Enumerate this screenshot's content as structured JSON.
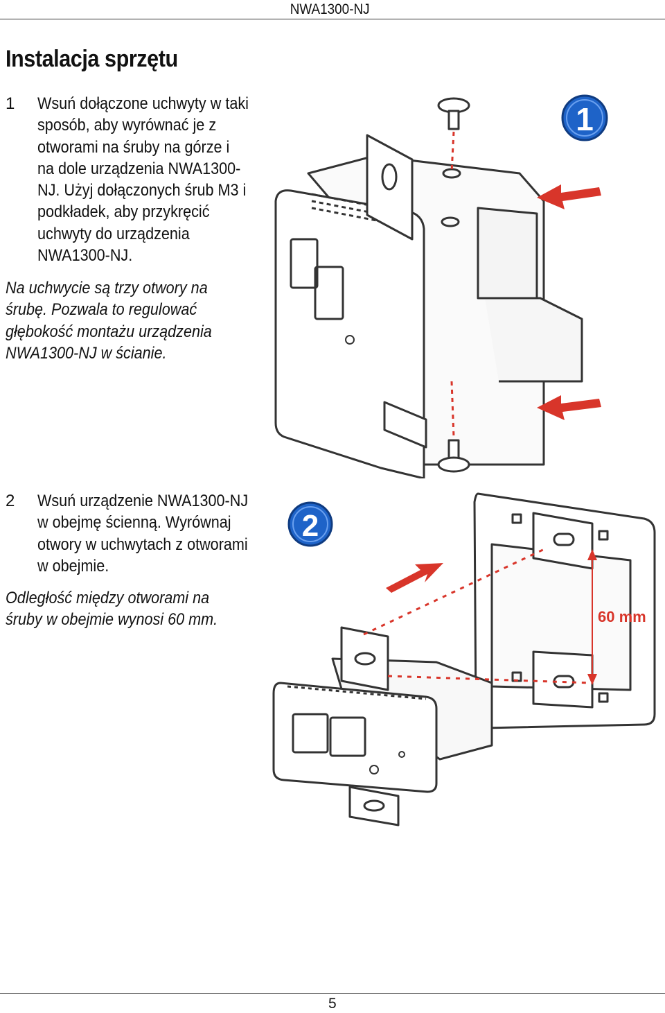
{
  "header": {
    "doc_title": "NWA1300-NJ"
  },
  "section": {
    "title": "Instalacja sprzętu"
  },
  "steps": [
    {
      "number": "1",
      "lines": [
        "Wsuń dołączone uchwyty w taki",
        "sposób, aby wyrównać je z",
        "otworami na śruby na górze i",
        "na dole urządzenia NWA1300-",
        "NJ. Użyj dołączonych śrub M3 i",
        "podkładek, aby przykręcić",
        "uchwyty do urządzenia",
        "NWA1300-NJ."
      ],
      "note_lines": [
        "Na uchwycie są trzy otwory na",
        "śrubę. Pozwala to regulować",
        "głębokość montażu urządzenia",
        "NWA1300-NJ w ścianie."
      ],
      "badge": "1"
    },
    {
      "number": "2",
      "lines": [
        "Wsuń urządzenie NWA1300-NJ",
        "w obejmę ścienną. Wyrównaj",
        "otwory w uchwytach z otworami",
        "w obejmie."
      ],
      "note_lines": [
        "Odległość między otworami na",
        "śruby w obejmie wynosi 60 mm."
      ],
      "badge": "2",
      "dimension_label": "60 mm"
    }
  ],
  "footer": {
    "page_number": "5"
  },
  "colors": {
    "badge_blue": "#1e63c8",
    "arrow_red": "#d8352a",
    "line": "#333333"
  }
}
